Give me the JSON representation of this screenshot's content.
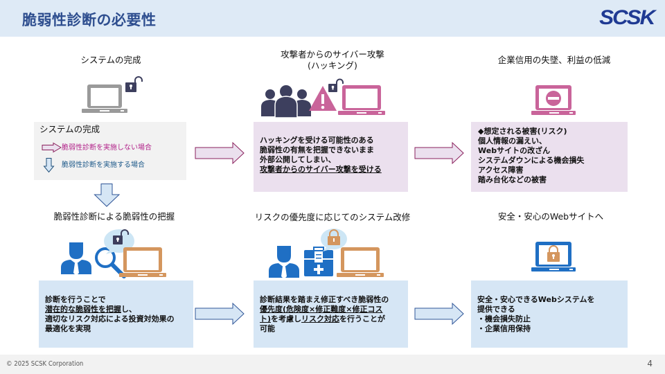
{
  "header": {
    "title": "脆弱性診断の必要性",
    "logo": "SCSK"
  },
  "footer": {
    "copyright": "© 2025 SCSK Corporation",
    "page_number": "4"
  },
  "colors": {
    "header_bg": "#deeaf6",
    "title": "#2e4e8f",
    "logo": "#1f3a93",
    "pink_accent": "#c9649a",
    "blue_accent": "#1f6fc4",
    "orange_accent": "#d4965e",
    "navy_icon": "#3d3f5e",
    "gray_laptop": "#9a9a9a"
  },
  "top_row": {
    "col1": {
      "title": "システムの完成",
      "icons": [
        "laptop-icon",
        "unlocked-padlock-icon"
      ]
    },
    "col2": {
      "title_line1": "攻撃者からのサイバー攻撃",
      "title_line2": "(ハッキング)",
      "icons": [
        "attacker-group-icon",
        "warning-triangle-icon",
        "unlocked-padlock-icon",
        "laptop-icon"
      ]
    },
    "col3": {
      "title": "企業信用の失墜、利益の低減",
      "icons": [
        "laptop-icon",
        "no-entry-icon"
      ]
    }
  },
  "legend_box": {
    "title": "システムの完成",
    "item_no_diagnosis": "脆弱性診断を実施しない場合",
    "item_diagnosis": "脆弱性診断を実施する場合"
  },
  "attack_box": {
    "lines": [
      "ハッキングを受ける可能性のある",
      "脆弱性の有無を把握できないまま",
      "外部公開してしまい、"
    ],
    "underlined": "攻撃者からのサイバー攻撃を受ける"
  },
  "damage_box": {
    "lines": [
      "◆想定される被害(リスク)",
      "個人情報の漏えい、",
      "Webサイトの改ざん",
      "システムダウンによる機会損失",
      "アクセス障害",
      "踏み台化などの被害"
    ]
  },
  "bottom_row": {
    "col1": {
      "title": "脆弱性診断による脆弱性の把握",
      "icons": [
        "person-icon",
        "magnifier-icon",
        "speech-bubble-padlock-icon",
        "laptop-icon"
      ]
    },
    "col2": {
      "title": "リスクの優先度に応じてのシステム改修",
      "icons": [
        "person-icon",
        "toolbox-icon",
        "speech-bubble-padlock-icon",
        "laptop-icon"
      ]
    },
    "col3": {
      "title": "安全・安心のWebサイトへ",
      "icons": [
        "laptop-icon",
        "locked-padlock-icon"
      ]
    }
  },
  "grasp_box": {
    "line1": "診断を行うことで",
    "line2_underlined": "潜在的な脆弱性を把握",
    "line2_rest": "し、",
    "line3": "適切なリスク対応による投資対効果の",
    "line4": "最適化を実現"
  },
  "fix_box": {
    "line1": "診断結果を踏まえ修正すべき脆弱性の",
    "line2_underlined": "優先度(危険度×修正難度×修正コス",
    "line3_a_underlined": "ト)",
    "line3_b": "を考慮し",
    "line3_c_underlined": "リスク対応",
    "line3_d": "を行うことが",
    "line4": "可能"
  },
  "safe_box": {
    "line1": "安全・安心できるWebシステムを",
    "line2": "提供できる",
    "bullets": [
      "・機会損失防止",
      "・企業信用保持"
    ]
  }
}
